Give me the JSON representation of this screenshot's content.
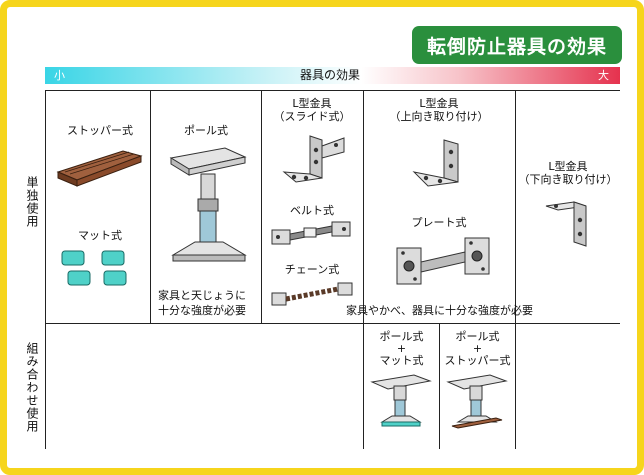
{
  "title": "転倒防止器具の効果",
  "scale": {
    "label": "器具の効果",
    "small": "小",
    "big": "大"
  },
  "rows": {
    "single": "単独使用",
    "combined": "組み合わせ使用"
  },
  "items": {
    "stopper": "ストッパー式",
    "mat": "マット式",
    "pole": "ポール式",
    "l_slide": [
      "L型金具",
      "（スライド式）"
    ],
    "belt": "ベルト式",
    "chain": "チェーン式",
    "l_up": [
      "L型金具",
      "（上向き取り付け）"
    ],
    "plate": "プレート式",
    "l_down": [
      "L型金具",
      "（下向き取り付け）"
    ]
  },
  "notes": {
    "pole_note": [
      "家具と天じょうに",
      "十分な強度が必要"
    ],
    "wall_note": "家具やかべ、器具に十分な強度が必要"
  },
  "combos": {
    "pole_mat": [
      "ポール式",
      "+",
      "マット式"
    ],
    "pole_stopper": [
      "ポール式",
      "+",
      "ストッパー式"
    ]
  },
  "colors": {
    "border": "#f6d51c",
    "title_bg": "#2a8f3d",
    "scale_low": "#39d5e6",
    "scale_high": "#e5324e"
  }
}
